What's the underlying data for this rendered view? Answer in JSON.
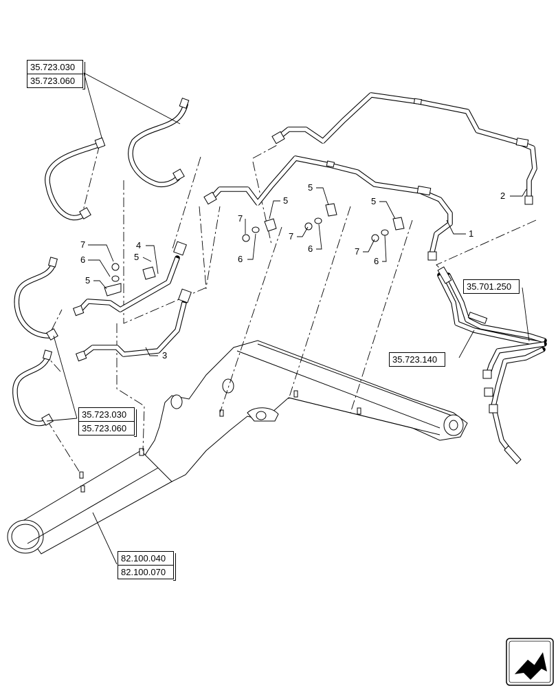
{
  "references": {
    "top_left": [
      "35.723.030",
      "35.723.060"
    ],
    "mid_left": [
      "35.723.030",
      "35.723.060"
    ],
    "bottom": [
      "82.100.040",
      "82.100.070"
    ],
    "right_upper": "35.701.250",
    "right_lower": "35.723.140"
  },
  "callouts": {
    "c1": "1",
    "c2": "2",
    "c3": "3",
    "c4": "4",
    "c5a": "5",
    "c5b": "5",
    "c5c": "5",
    "c5d": "5",
    "c6a": "6",
    "c6b": "6",
    "c6c": "6",
    "c6d": "6",
    "c7a": "7",
    "c7b": "7",
    "c7c": "7",
    "c7d": "7"
  },
  "nav_icon": "next-page-arrow-icon"
}
